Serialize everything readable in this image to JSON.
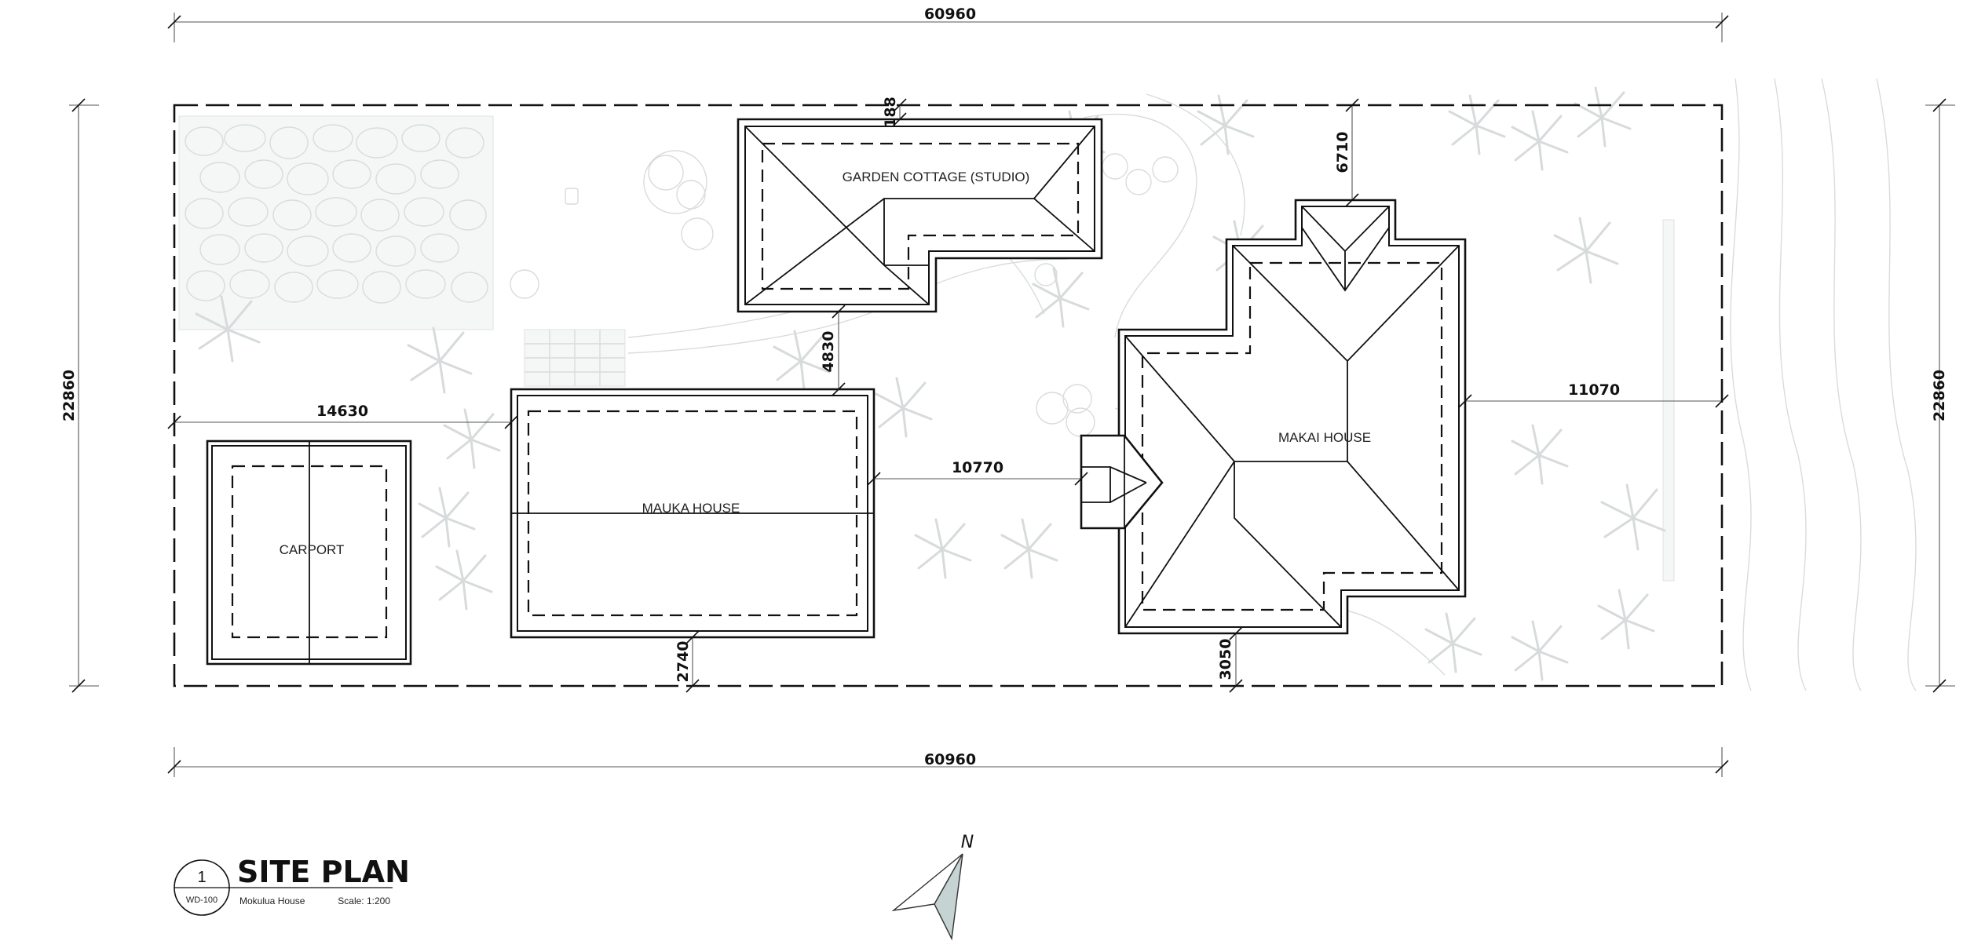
{
  "title": {
    "heading": "SITE PLAN",
    "project": "Mokulua House",
    "scale": "Scale: 1:200",
    "view_number": "1",
    "sheet": "WD-100"
  },
  "buildings": {
    "cottage": "GARDEN COTTAGE (STUDIO)",
    "mauka": "MAUKA HOUSE",
    "makai": "MAKAI HOUSE",
    "carport": "CARPORT"
  },
  "dimensions": {
    "top_width": "60960",
    "bottom_width": "60960",
    "left_depth": "22860",
    "right_depth": "22860",
    "cottage_setback_top": "188",
    "cottage_to_mauka": "4830",
    "mauka_setback_left": "14630",
    "mauka_to_makai": "10770",
    "mauka_setback_bottom": "2740",
    "makai_setback_top": "6710",
    "makai_setback_right": "11070",
    "makai_setback_bottom": "3050"
  },
  "north_label": "N",
  "colors": {
    "line": "#111111",
    "landscape": "#d9dcdc",
    "north_fill": "#c5d3d3"
  }
}
